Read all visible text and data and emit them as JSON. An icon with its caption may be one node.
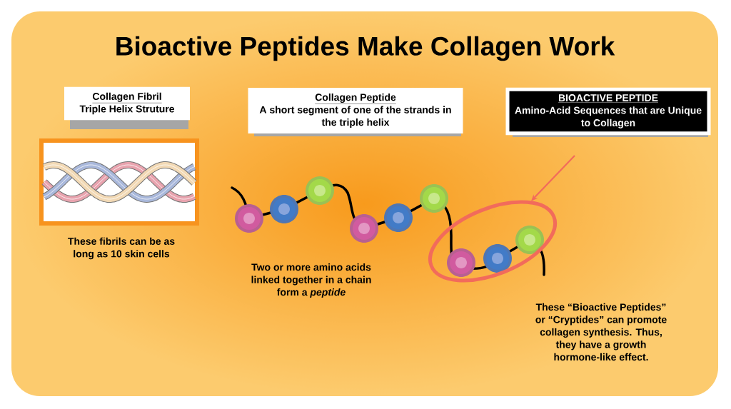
{
  "diagram": {
    "title": "Bioactive Peptides Make Collagen Work",
    "nodes": [
      {
        "text": [
          "Collagen Fibril",
          "Triple Helix Struture"
        ]
      },
      {
        "text": [
          "Collagen Peptide",
          "A short segment of one of the strands in the triple helix"
        ]
      },
      {
        "text": [
          "BIOACTIVE PEPTIDE",
          "Amino-Acid Sequences that are Unique to Collagen"
        ]
      },
      {
        "text": [],
        "shape": "picture",
        "beside": [
          "These fibrils can be as long as 10 skin cells"
        ]
      },
      {
        "text": [],
        "shape": "ellipse",
        "beside": [
          "These “Bioactive Peptides” or “Cryptides” can promote collagen synthesis. Thus, they have a growth hormone-like effect."
        ]
      }
    ],
    "edges": [
      {
        "from": null,
        "to": 4,
        "arrow": "to"
      }
    ],
    "labels": [
      "Two or more amino acids linked together in a chain form a *peptide*"
    ]
  }
}
